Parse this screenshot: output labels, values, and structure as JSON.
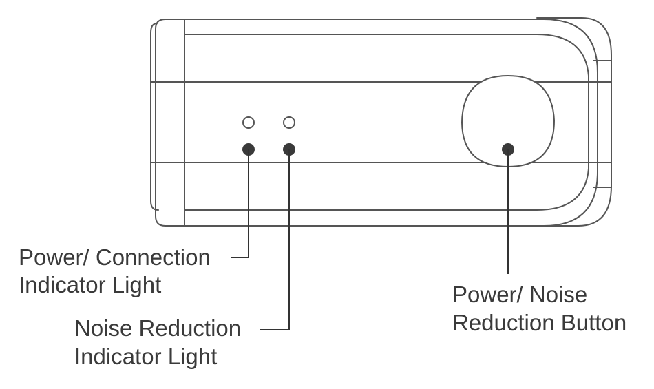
{
  "callouts": {
    "power_connection_light": {
      "line1": "Power/ Connection",
      "line2": "Indicator Light"
    },
    "noise_reduction_light": {
      "line1": "Noise Reduction",
      "line2": "Indicator Light"
    },
    "power_button": {
      "line1": "Power/ Noise",
      "line2": "Reduction Button"
    }
  },
  "colors": {
    "outline": "#555555",
    "text": "#3a3a3a",
    "background": "#ffffff"
  }
}
